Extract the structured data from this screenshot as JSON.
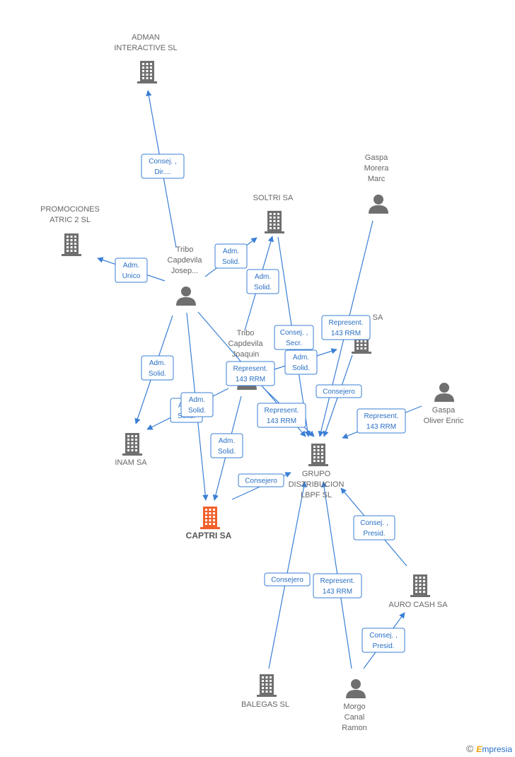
{
  "colors": {
    "edge": "#3a7fd5",
    "node_gray": "#6f6f6f",
    "node_main": "#f0602a"
  },
  "nodes": [
    {
      "id": "adman",
      "type": "company",
      "icon": "building-icon",
      "label_lines": [
        "ADMAN",
        "INTERACTIVE SL"
      ]
    },
    {
      "id": "promociones",
      "type": "company",
      "icon": "building-icon",
      "label_lines": [
        "PROMOCIONES",
        "ATRIC 2 SL"
      ]
    },
    {
      "id": "soltri",
      "type": "company",
      "icon": "building-icon",
      "label_lines": [
        "SOLTRI SA"
      ]
    },
    {
      "id": "gaspa_morera",
      "type": "person",
      "icon": "person-icon",
      "label_lines": [
        "Gaspa",
        "Morera",
        "Marc"
      ]
    },
    {
      "id": "tribo_josep",
      "type": "person",
      "icon": "person-icon",
      "label_lines": [
        "Tribo",
        "Capdevila",
        "Josep..."
      ]
    },
    {
      "id": "tribo_joaquin",
      "type": "person",
      "icon": "person-icon",
      "label_lines": [
        "Tribo",
        "Capdevila",
        "Joaquin"
      ]
    },
    {
      "id": "sa_hidden",
      "type": "company",
      "icon": "building-icon",
      "label_lines": [
        "SA"
      ]
    },
    {
      "id": "gaspa_oliver",
      "type": "person",
      "icon": "person-icon",
      "label_lines": [
        "Gaspa",
        "Oliver Enric"
      ]
    },
    {
      "id": "inam",
      "type": "company",
      "icon": "building-icon",
      "label_lines": [
        "INAM SA"
      ]
    },
    {
      "id": "grupo",
      "type": "company",
      "icon": "building-icon",
      "label_lines": [
        "GRUPO",
        "DISTRIBUCION",
        "LBPF SL"
      ]
    },
    {
      "id": "captri",
      "type": "company",
      "icon": "building-icon",
      "main": true,
      "label_lines": [
        "CAPTRI SA"
      ]
    },
    {
      "id": "auro",
      "type": "company",
      "icon": "building-icon",
      "label_lines": [
        "AURO CASH SA"
      ]
    },
    {
      "id": "balegas",
      "type": "company",
      "icon": "building-icon",
      "label_lines": [
        "BALEGAS SL"
      ]
    },
    {
      "id": "morgo",
      "type": "person",
      "icon": "person-icon",
      "label_lines": [
        "Morgo",
        "Canal",
        "Ramon"
      ]
    }
  ],
  "edges": [
    {
      "from": "tribo_josep",
      "to": "adman",
      "label_lines": [
        "Consej. ,",
        "Dir...."
      ]
    },
    {
      "from": "tribo_josep",
      "to": "promociones",
      "label_lines": [
        "Adm.",
        "Unico"
      ]
    },
    {
      "from": "tribo_josep",
      "to": "soltri",
      "label_lines": [
        "Adm.",
        "Solid."
      ]
    },
    {
      "from": "tribo_joaquin",
      "to": "soltri",
      "label_lines": [
        "Adm.",
        "Solid."
      ]
    },
    {
      "from": "soltri",
      "to": "grupo",
      "label_lines": [
        "Consej. ,",
        "Secr."
      ]
    },
    {
      "from": "gaspa_morera",
      "to": "grupo",
      "label_lines": [
        "Represent.",
        "143 RRM"
      ]
    },
    {
      "from": "tribo_joaquin",
      "to": "sa_hidden",
      "label_lines": [
        "Adm.",
        "Solid."
      ]
    },
    {
      "from": "sa_hidden",
      "to": "grupo",
      "label_lines": [
        "Consejero"
      ]
    },
    {
      "from": "tribo_josep",
      "to": "grupo",
      "label_lines": [
        "Represent.",
        "143 RRM"
      ]
    },
    {
      "from": "tribo_joaquin",
      "to": "grupo",
      "label_lines": [
        "Represent.",
        "143 RRM"
      ]
    },
    {
      "from": "gaspa_oliver",
      "to": "grupo",
      "label_lines": [
        "Represent.",
        "143 RRM"
      ]
    },
    {
      "from": "tribo_josep",
      "to": "inam",
      "label_lines": [
        "Adm.",
        "Solid."
      ]
    },
    {
      "from": "tribo_joaquin",
      "to": "inam",
      "label_lines": [
        "Adm.",
        "Solid."
      ]
    },
    {
      "from": "tribo_josep",
      "to": "captri",
      "label_lines": [
        "Adm.",
        "Solid."
      ]
    },
    {
      "from": "tribo_joaquin",
      "to": "captri",
      "label_lines": [
        "Adm.",
        "Solid."
      ]
    },
    {
      "from": "captri",
      "to": "grupo",
      "label_lines": [
        "Consejero"
      ]
    },
    {
      "from": "auro",
      "to": "grupo",
      "label_lines": [
        "Consej. ,",
        "Presid."
      ]
    },
    {
      "from": "balegas",
      "to": "grupo",
      "label_lines": [
        "Consejero"
      ]
    },
    {
      "from": "morgo",
      "to": "grupo",
      "label_lines": [
        "Represent.",
        "143 RRM"
      ]
    },
    {
      "from": "morgo",
      "to": "auro",
      "label_lines": [
        "Consej. ,",
        "Presid."
      ]
    }
  ],
  "watermark": {
    "symbol": "©",
    "brand_initial": "E",
    "brand_rest": "mpresia"
  }
}
